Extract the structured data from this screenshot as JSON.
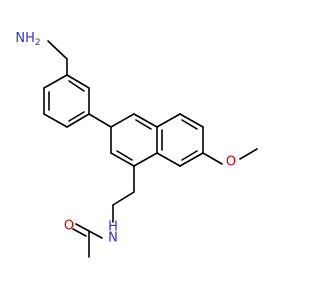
{
  "molecule": {
    "atoms": {
      "nh2": {
        "label": "NH",
        "subscript": "2",
        "color": "#3333cc"
      },
      "methoxy_o": {
        "label": "O",
        "color": "#cc0000"
      },
      "amide_nh": {
        "label": "H",
        "label_sub": "N",
        "color": "#3333cc"
      },
      "carbonyl_o": {
        "label": "O",
        "color": "#cc0000"
      }
    },
    "bond_color": "#000000"
  }
}
